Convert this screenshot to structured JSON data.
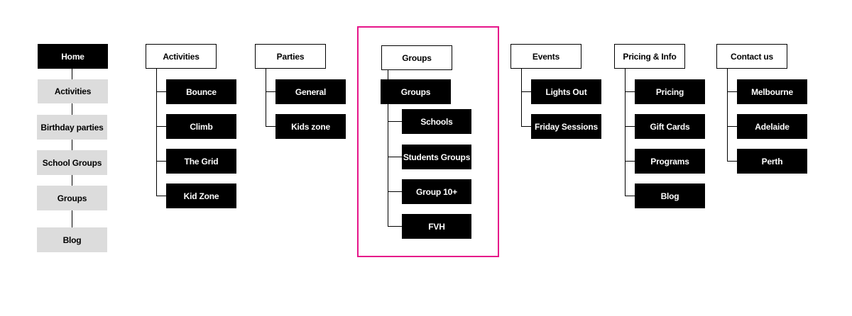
{
  "colors": {
    "box_dark": "#000000",
    "box_light": "#dcdcdc",
    "highlight": "#e6158a",
    "background": "#ffffff"
  },
  "home_column": {
    "home": "Home",
    "items": [
      "Activities",
      "Birthday parties",
      "School Groups",
      "Groups",
      "Blog"
    ]
  },
  "columns": [
    {
      "id": "activities",
      "title": "Activities",
      "children": [
        "Bounce",
        "Climb",
        "The Grid",
        "Kid Zone"
      ]
    },
    {
      "id": "parties",
      "title": "Parties",
      "children": [
        "General",
        "Kids zone"
      ]
    },
    {
      "id": "groups",
      "title": "Groups",
      "highlighted": true,
      "sub_parent": "Groups",
      "children": [
        "Schools",
        "Students Groups",
        "Group 10+",
        "FVH"
      ]
    },
    {
      "id": "events",
      "title": "Events",
      "children": [
        "Lights Out",
        "Friday Sessions"
      ]
    },
    {
      "id": "pricing-info",
      "title": "Pricing & Info",
      "children": [
        "Pricing",
        "Gift Cards",
        "Programs",
        "Blog"
      ]
    },
    {
      "id": "contact-us",
      "title": "Contact us",
      "children": [
        "Melbourne",
        "Adelaide",
        "Perth"
      ]
    }
  ]
}
